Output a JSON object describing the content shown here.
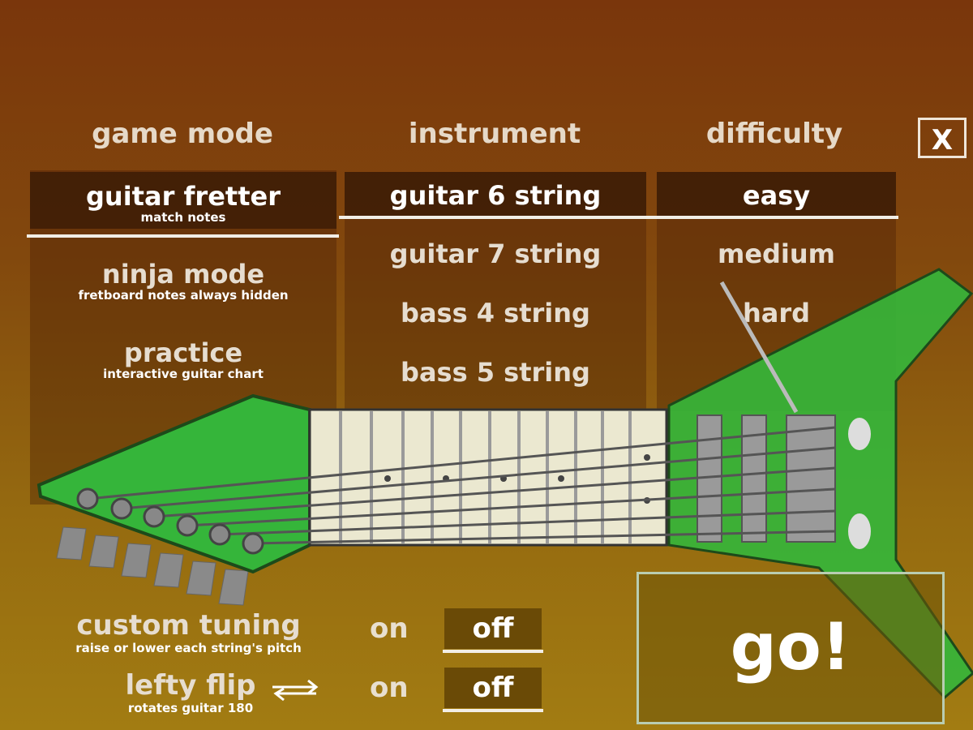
{
  "headers": {
    "game_mode": "game mode",
    "instrument": "instrument",
    "difficulty": "difficulty"
  },
  "close_label": "X",
  "game_modes": [
    {
      "title": "guitar fretter",
      "subtitle": "match notes",
      "selected": true
    },
    {
      "title": "ninja mode",
      "subtitle": "fretboard notes always hidden",
      "selected": false
    },
    {
      "title": "practice",
      "subtitle": "interactive guitar chart",
      "selected": false
    }
  ],
  "instruments": [
    {
      "title": "guitar 6 string",
      "selected": true
    },
    {
      "title": "guitar 7 string",
      "selected": false
    },
    {
      "title": "bass 4 string",
      "selected": false
    },
    {
      "title": "bass 5 string",
      "selected": false
    }
  ],
  "difficulties": [
    {
      "title": "easy",
      "selected": true
    },
    {
      "title": "medium",
      "selected": false
    },
    {
      "title": "hard",
      "selected": false
    }
  ],
  "options": {
    "custom_tuning": {
      "title": "custom tuning",
      "subtitle": "raise or lower each string's pitch",
      "on": "on",
      "off": "off",
      "value": "off"
    },
    "lefty_flip": {
      "title": "lefty flip",
      "subtitle": "rotates guitar 180",
      "on": "on",
      "off": "off",
      "value": "off"
    }
  },
  "go_label": "go!",
  "colors": {
    "guitar_body": "#35b53a",
    "fretboard": "#ebe8d0"
  }
}
